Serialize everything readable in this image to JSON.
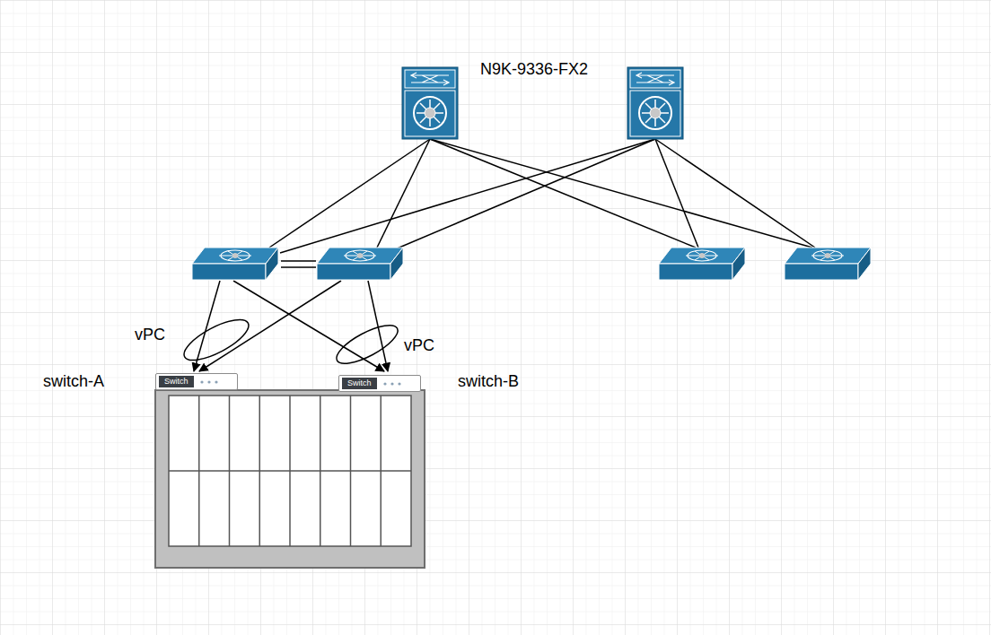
{
  "diagram": {
    "nodes": [
      {
        "text": [
          "Switch"
        ]
      },
      {
        "text": [
          "Switch"
        ]
      }
    ],
    "labels": [
      "N9K-9336-FX2",
      "vPC",
      "vPC",
      "switch-A",
      "switch-B"
    ]
  }
}
